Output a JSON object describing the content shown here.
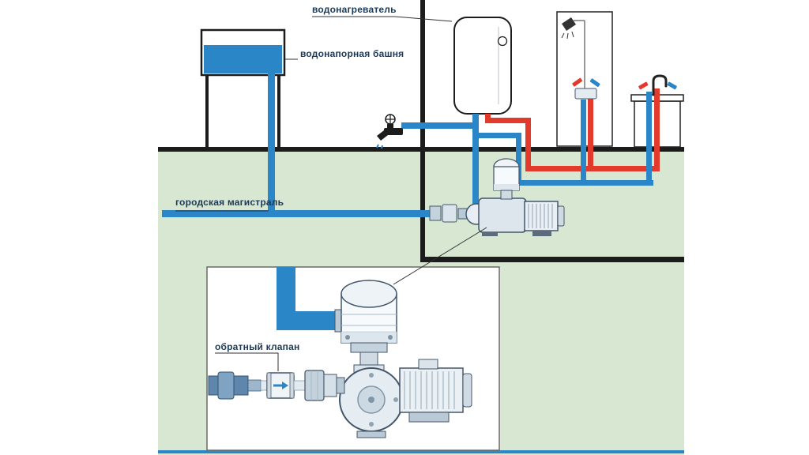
{
  "diagram": {
    "labels": {
      "water_heater": "водонагреватель",
      "water_tower": "водонапорная башня",
      "city_main": "городская магистраль",
      "check_valve": "обратный клапан"
    },
    "colors": {
      "ground_green": "#d7e7d2",
      "pipe_blue": "#2b86c7",
      "pipe_red": "#e23a2c",
      "structure_dark": "#1c1c1c",
      "label_text": "#1c3a57"
    }
  }
}
